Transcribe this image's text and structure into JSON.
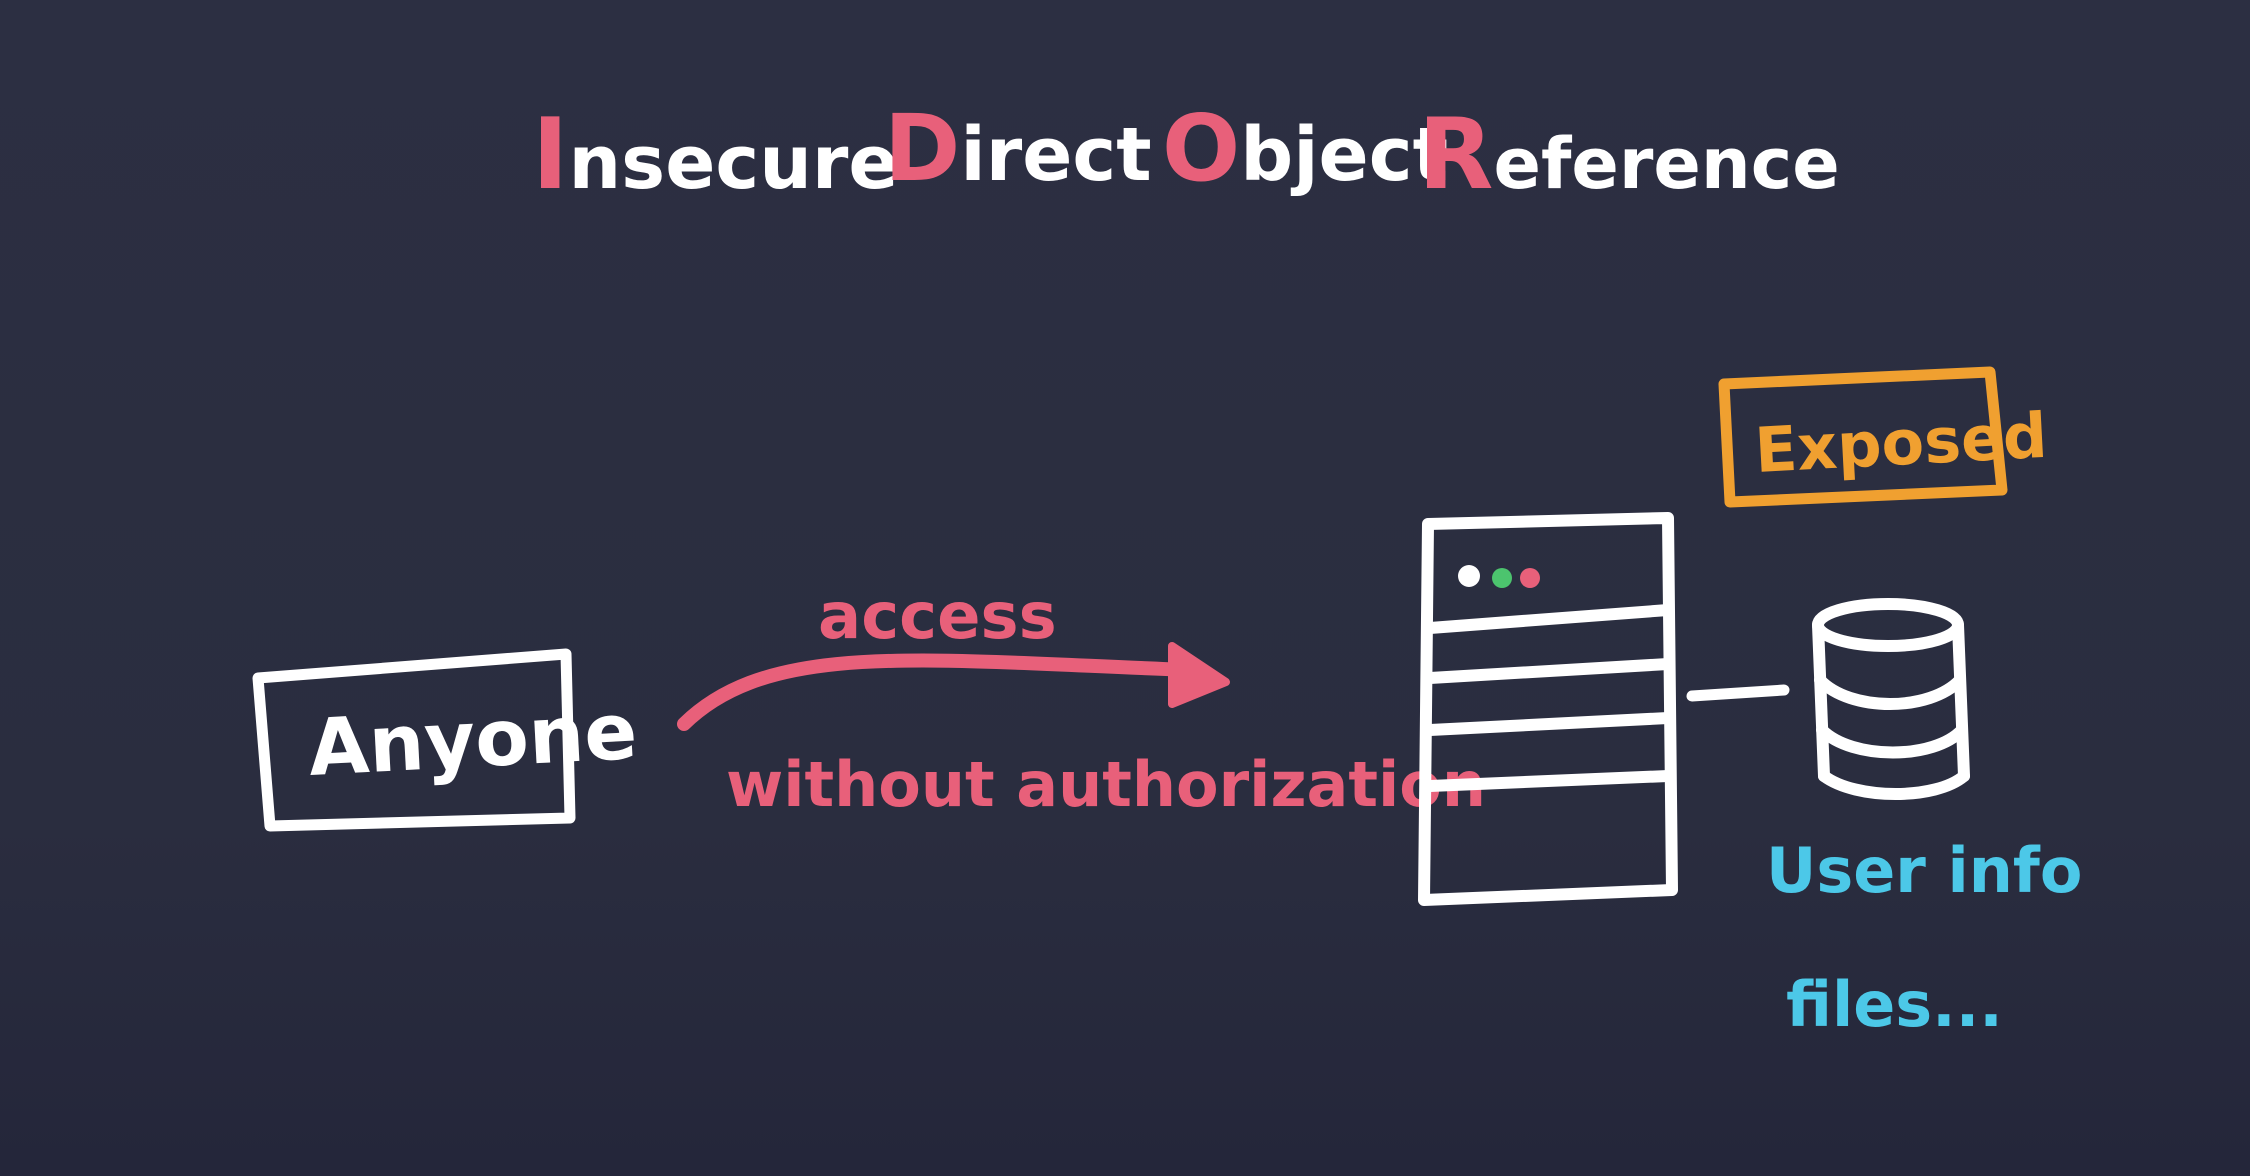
{
  "title": {
    "words": [
      {
        "initial": "I",
        "rest": "nsecure"
      },
      {
        "initial": "D",
        "rest": "irect"
      },
      {
        "initial": "O",
        "rest": "bject"
      },
      {
        "initial": "R",
        "rest": "eference"
      }
    ]
  },
  "actor": {
    "label": "Anyone"
  },
  "arrow": {
    "top_label": "access",
    "bottom_label": "without authorization"
  },
  "server": {
    "dots": [
      "#ffffff",
      "#4cc46e",
      "#e8607a"
    ]
  },
  "badge": {
    "label": "Exposed"
  },
  "data": {
    "line1": "User info",
    "line2": "files..."
  },
  "colors": {
    "background": "#2b2e40",
    "accent": "#e8607a",
    "text": "#ffffff",
    "warning": "#f0a030",
    "info": "#4cc8e8"
  }
}
